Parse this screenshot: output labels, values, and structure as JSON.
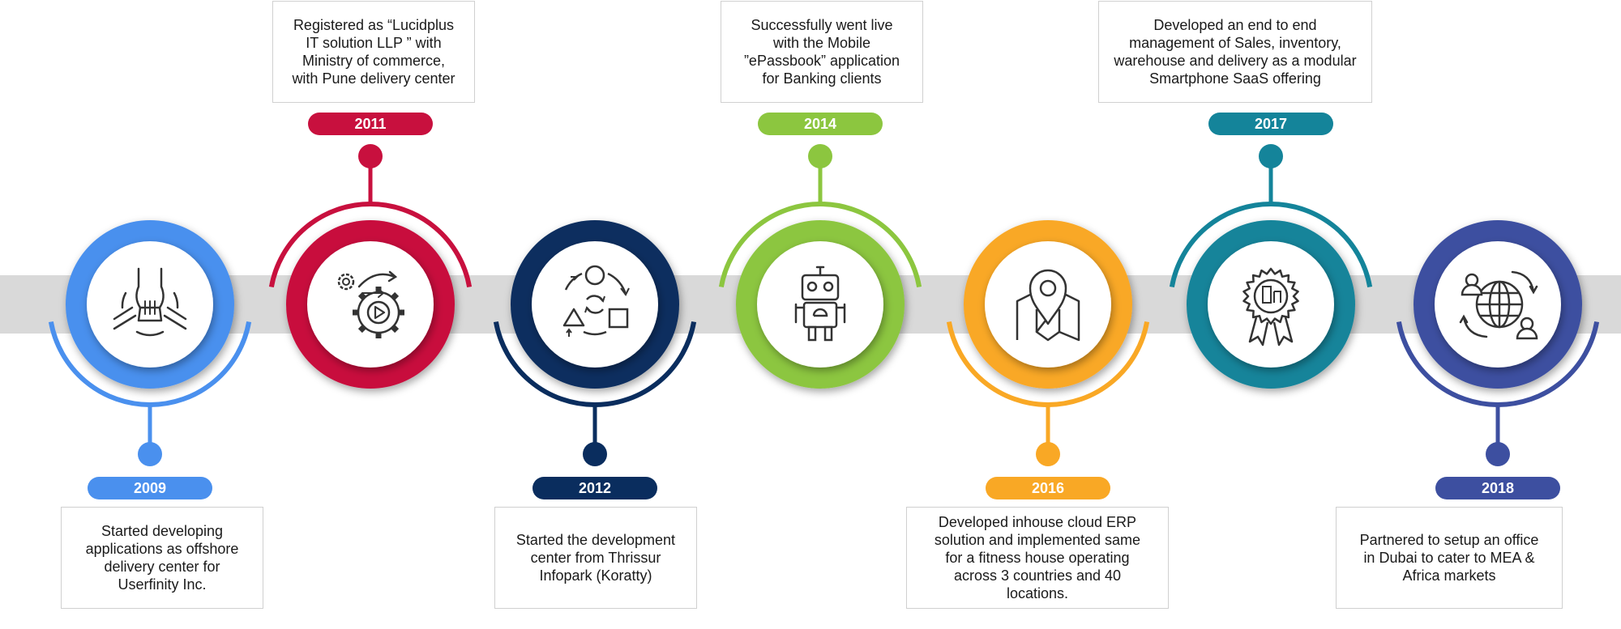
{
  "milestones": [
    {
      "year": "2009",
      "color": "#4a90ee",
      "icon": "handshake-hands-icon",
      "position": "bottom",
      "text": "Started developing\napplications as offshore\ndelivery center for\nUserfinity Inc."
    },
    {
      "year": "2011",
      "color": "#c8103e",
      "icon": "gear-process-icon",
      "position": "top",
      "text": "Registered as “Lucidplus\nIT solution LLP ” with\nMinistry of commerce,\nwith Pune delivery center"
    },
    {
      "year": "2012",
      "color": "#0a2d5e",
      "icon": "shapes-cycle-icon",
      "position": "bottom",
      "text": "Started the development\ncenter from Thrissur\nInfopark (Koratty)"
    },
    {
      "year": "2014",
      "color": "#8cc63f",
      "icon": "robot-icon",
      "position": "top",
      "text": "Successfully went live\nwith the Mobile\n”ePassbook” application\nfor Banking clients"
    },
    {
      "year": "2016",
      "color": "#f9a825",
      "icon": "map-pin-icon",
      "position": "bottom",
      "text": "Developed inhouse cloud ERP\nsolution and implemented same\nfor a fitness house operating\nacross 3 countries and 40\nlocations."
    },
    {
      "year": "2017",
      "color": "#14849a",
      "icon": "award-badge-icon",
      "position": "top",
      "text": "Developed an end to end\nmanagement of Sales, inventory,\nwarehouse and delivery as a modular\nSmartphone SaaS offering"
    },
    {
      "year": "2018",
      "color": "#3d4fa0",
      "icon": "global-network-icon",
      "position": "bottom",
      "text": "Partnered to setup an office\nin Dubai to cater to MEA &\nAfrica markets"
    }
  ]
}
